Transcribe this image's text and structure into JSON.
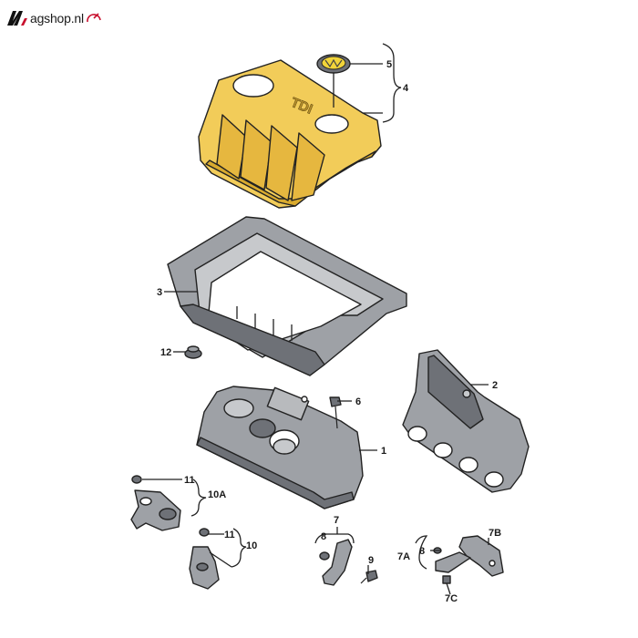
{
  "brand": {
    "logo_text": "agshop.nl"
  },
  "callouts": {
    "c1": "1",
    "c2": "2",
    "c3": "3",
    "c4": "4",
    "c5": "5",
    "c6": "6",
    "c7": "7",
    "c7a": "7A",
    "c7b": "7B",
    "c7c": "7C",
    "c8a": "8",
    "c8b": "8",
    "c9": "9",
    "c10": "10",
    "c10a": "10A",
    "c11a": "11",
    "c11b": "11",
    "c12": "12"
  },
  "engine_cover_badge": "TDI",
  "colors": {
    "cover_yellow": "#f2cc59",
    "cover_shadow": "#d9aa2e",
    "metal_gray": "#9ea1a6",
    "metal_dark": "#6e7177",
    "highlight": "#f1d43a"
  },
  "icons": [
    "brand-logo-icon",
    "brand-swoosh-icon"
  ]
}
